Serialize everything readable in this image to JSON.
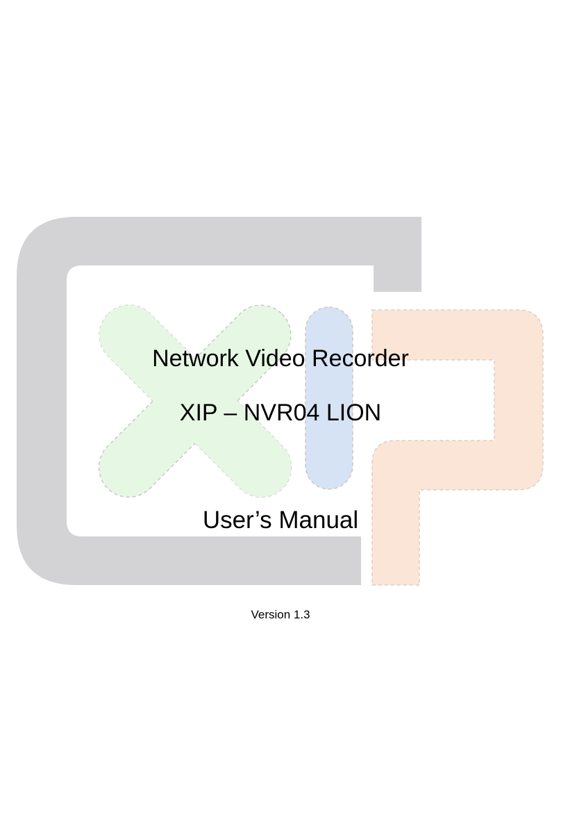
{
  "cover": {
    "product_type": "Network Video Recorder",
    "model": "XIP – NVR04 LION",
    "document_type": "User’s Manual",
    "version": "Version 1.3"
  },
  "logo": {
    "name": "xip-logo",
    "colors": {
      "frame_gray": "#d3d3d6",
      "x_green": "#e6f8e4",
      "i_blue": "#d6e3f5",
      "p_peach": "#fbe5d6",
      "outline_dash": "#c8c8c8"
    }
  }
}
